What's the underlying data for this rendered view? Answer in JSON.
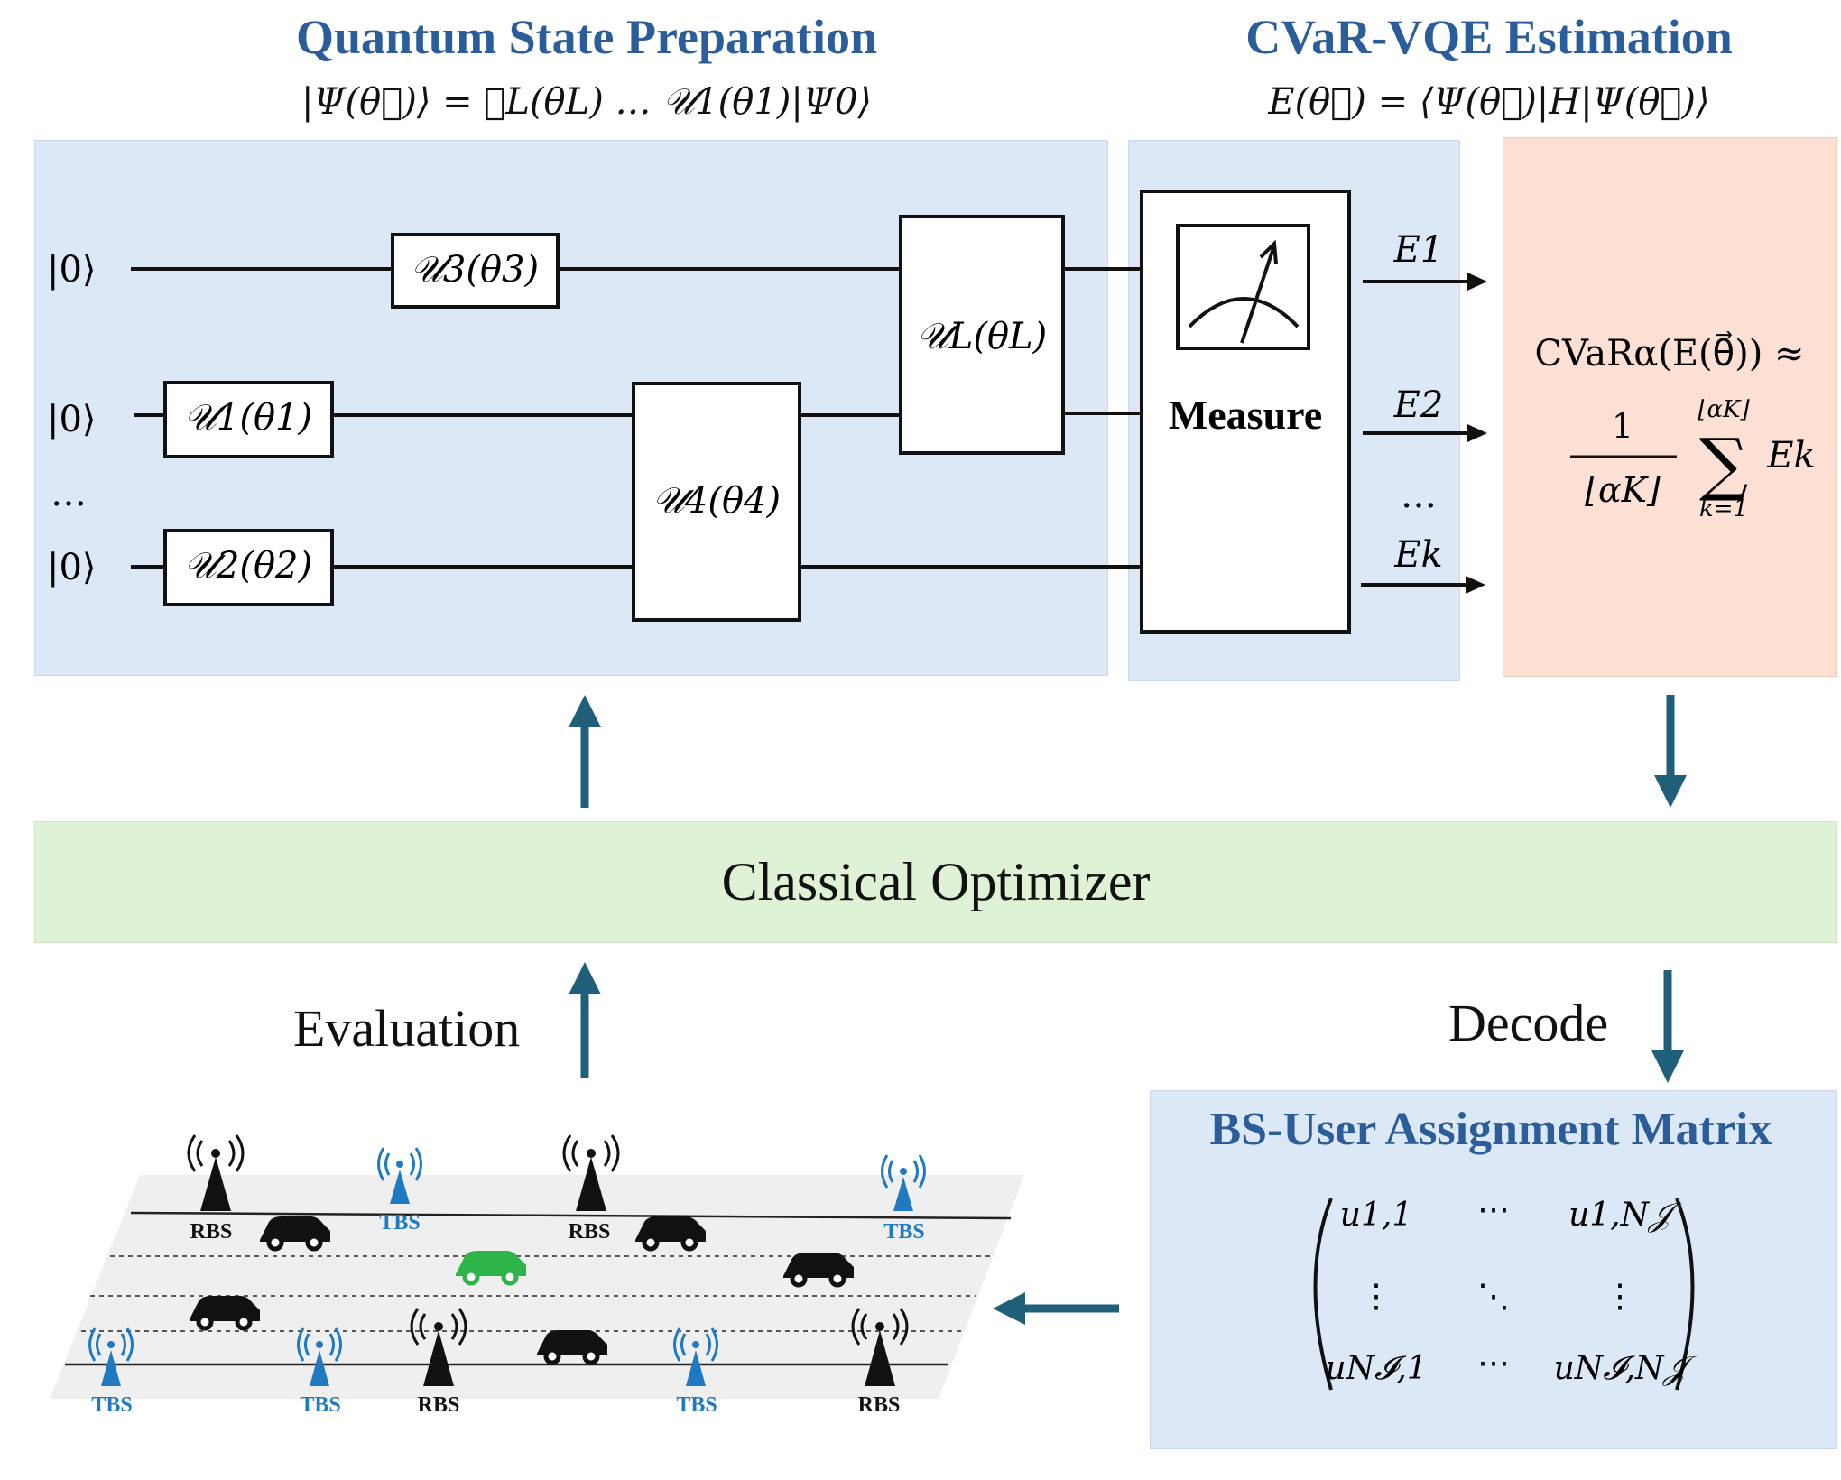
{
  "headers": {
    "left_title": "Quantum State Preparation",
    "left_formula": "|Ψ(θ⃗)⟩ = 𝒰L(θL) … 𝒰1(θ1)|Ψ0⟩",
    "right_title": "CVaR-VQE Estimation",
    "right_formula": "E(θ⃗) = ⟨Ψ(θ⃗)|H|Ψ(θ⃗)⟩"
  },
  "circuit": {
    "inputs": [
      "|0⟩",
      "|0⟩",
      "…",
      "|0⟩"
    ],
    "gates": {
      "u3": "𝒰3(θ3)",
      "u1": "𝒰1(θ1)",
      "u2": "𝒰2(θ2)",
      "u4": "𝒰4(θ4)",
      "uL": "𝒰L(θL)"
    },
    "measure_label": "Measure",
    "outputs": [
      "E1",
      "E2",
      "…",
      "Ek"
    ]
  },
  "cvar": {
    "line1": "CVaRα(E(θ⃗)) ≈",
    "numerator": "1",
    "denominator": "⌊αK⌋",
    "sum_upper": "⌊αK⌋",
    "sum_lower": "k=1",
    "term": "Ek"
  },
  "optimizer": {
    "label": "Classical Optimizer"
  },
  "flow": {
    "evaluation": "Evaluation",
    "decode": "Decode"
  },
  "matrix": {
    "title": "BS-User Assignment Matrix",
    "cells": [
      [
        "u1,1",
        "⋯",
        "u1,N𝒥"
      ],
      [
        "⋮",
        "⋱",
        "⋮"
      ],
      [
        "uN𝓘,1",
        "⋯",
        "uN𝓘,N𝒥"
      ]
    ]
  },
  "scene": {
    "stations": [
      {
        "kind": "RBS",
        "label": "RBS"
      },
      {
        "kind": "TBS",
        "label": "TBS"
      },
      {
        "kind": "RBS",
        "label": "RBS"
      },
      {
        "kind": "TBS",
        "label": "TBS"
      },
      {
        "kind": "TBS",
        "label": "TBS"
      },
      {
        "kind": "TBS",
        "label": "TBS"
      },
      {
        "kind": "RBS",
        "label": "RBS"
      },
      {
        "kind": "TBS",
        "label": "TBS"
      },
      {
        "kind": "RBS",
        "label": "RBS"
      }
    ]
  },
  "colors": {
    "title_blue": "#2a5d99",
    "arrow_teal": "#1f5f7a",
    "tbs_blue": "#1f7ac2",
    "green_car": "#2fb44a"
  }
}
